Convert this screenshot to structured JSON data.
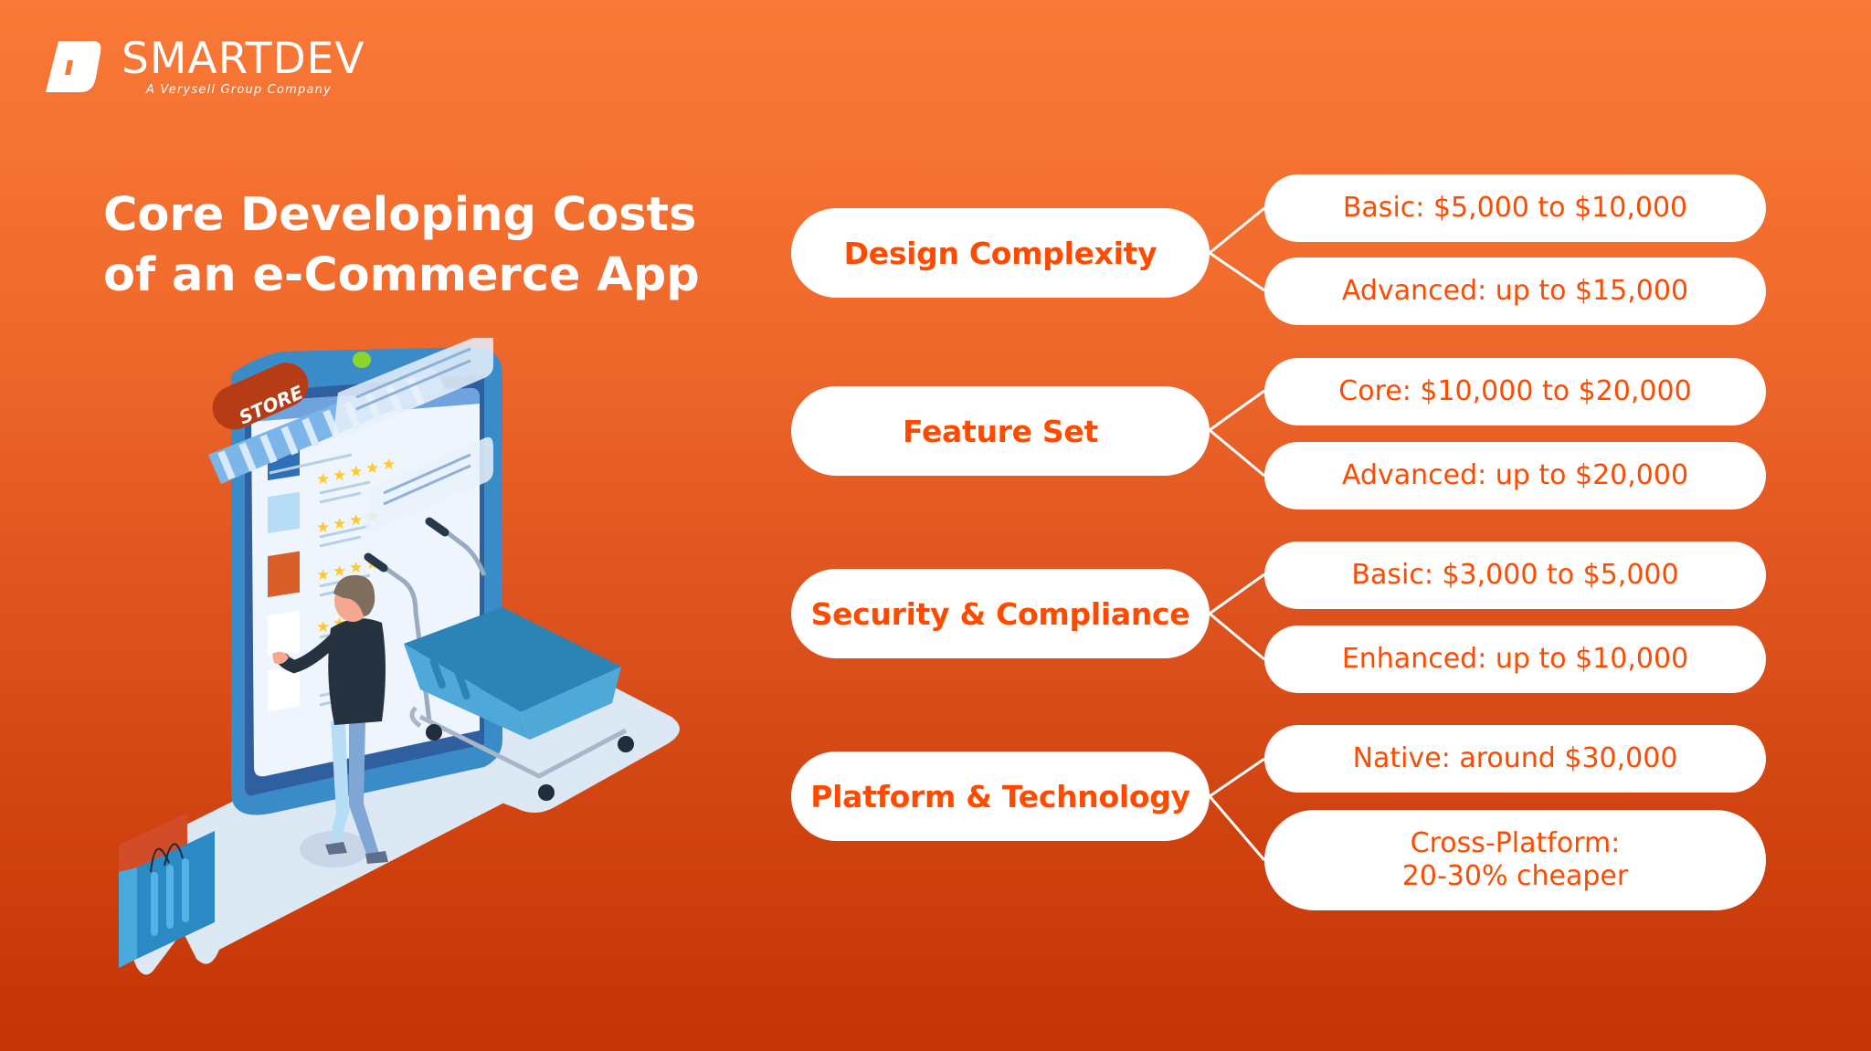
{
  "brand": {
    "name": "SMARTDEV",
    "tagline": "A Verysell Group Company",
    "logo_icon": "smartdev-d-logo-icon"
  },
  "title": {
    "line1": "Core Developing Costs",
    "line2": "of an e-Commerce App"
  },
  "illustration": {
    "store_sign": "STORE",
    "description": "isometric phone storefront with shopper, cart and shopping bags"
  },
  "colors": {
    "background_top": "#f97937",
    "background_bottom": "#c43406",
    "pill_background": "#ffffff",
    "pill_text": "#ff4a00",
    "title_text": "#ffffff"
  },
  "categories": [
    {
      "label": "Design Complexity",
      "options": [
        {
          "text": "Basic: $5,000 to $10,000"
        },
        {
          "text": "Advanced: up to $15,000"
        }
      ]
    },
    {
      "label": "Feature Set",
      "options": [
        {
          "text": "Core: $10,000 to $20,000"
        },
        {
          "text": "Advanced: up to $20,000"
        }
      ]
    },
    {
      "label": "Security & Compliance",
      "options": [
        {
          "text": "Basic: $3,000 to $5,000"
        },
        {
          "text": "Enhanced: up to $10,000"
        }
      ]
    },
    {
      "label": "Platform & Technology",
      "options": [
        {
          "text": "Native: around $30,000"
        },
        {
          "line1": "Cross-Platform:",
          "line2": "20-30% cheaper"
        }
      ]
    }
  ]
}
